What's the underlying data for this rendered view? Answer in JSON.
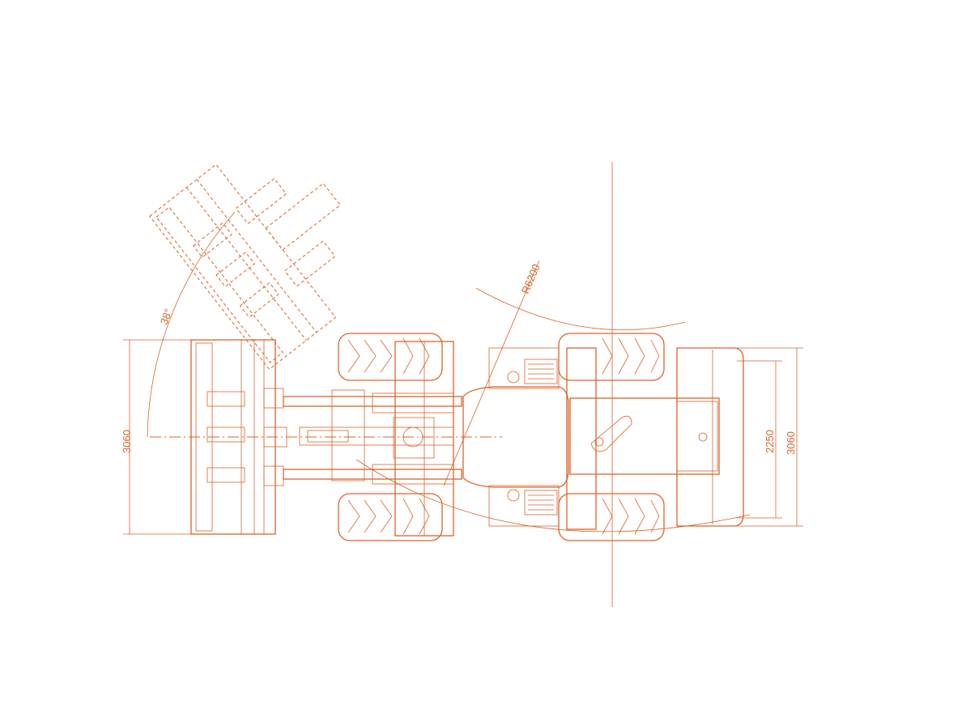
{
  "colors": {
    "line": "#d9632b",
    "background": "#ffffff"
  },
  "dimensions": {
    "bucket_width": "3060",
    "turn_angle": "38°",
    "turning_radius": "R6200",
    "wheel_track": "2250",
    "overall_width": "3060"
  }
}
